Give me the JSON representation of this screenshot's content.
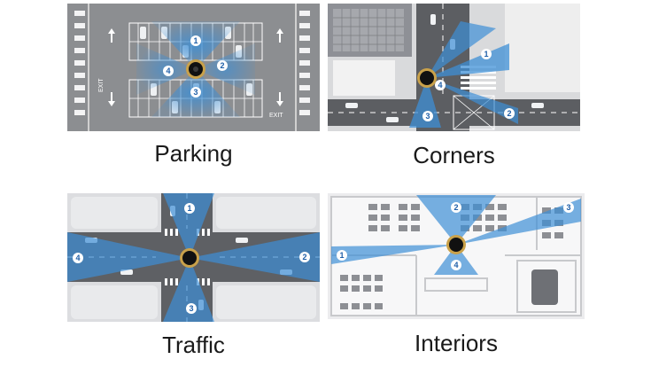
{
  "panels": [
    {
      "id": "parking",
      "caption": "Parking",
      "camera_labels": [
        "1",
        "2",
        "3",
        "4"
      ],
      "road_markings": [
        "EXIT",
        "EXIT"
      ]
    },
    {
      "id": "corners",
      "caption": "Corners",
      "camera_labels": [
        "1",
        "2",
        "3",
        "4"
      ]
    },
    {
      "id": "traffic",
      "caption": "Traffic",
      "camera_labels": [
        "1",
        "2",
        "3",
        "4"
      ]
    },
    {
      "id": "interiors",
      "caption": "Interiors",
      "camera_labels": [
        "1",
        "2",
        "3",
        "4"
      ]
    }
  ],
  "colors": {
    "coverage": "#3d8fd6",
    "camera_ring": "#c9a14a",
    "camera_body": "#111111",
    "badge_fill": "#ffffff",
    "badge_text": "#1f5fa8"
  }
}
